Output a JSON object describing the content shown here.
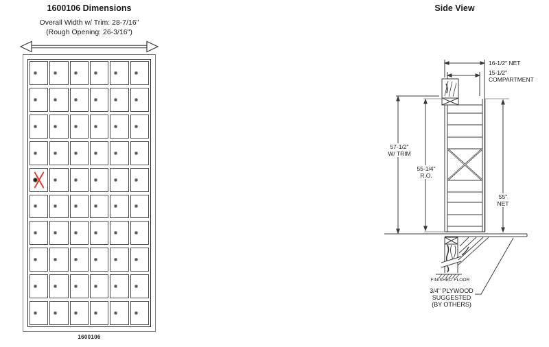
{
  "front_view": {
    "title": "1600106 Dimensions",
    "subtitle1": "Overall Width w/ Trim: 28-7/16\"",
    "subtitle2": "(Rough Opening: 26-3/16\")",
    "model_label": "1600106",
    "grid": {
      "rows": 10,
      "columns": 6,
      "crossed_compartment": {
        "row": 5,
        "column": 1
      }
    }
  },
  "side_view": {
    "title": "Side View",
    "labels": {
      "net_depth": "16-1/2\" NET",
      "compartment_line1": "15-1/2\"",
      "compartment_line2": "COMPARTMENT",
      "trim_height_line1": "57-1/2\"",
      "trim_height_line2": "W/ TRIM",
      "rough_opening_line1": "55-1/4\"",
      "rough_opening_line2": "R.O.",
      "net_height_line1": "55\"",
      "net_height_line2": "NET",
      "finished_floor": "FINISHED FLOOR",
      "plywood_line1": "3/4\" PLYWOOD",
      "plywood_line2": "SUGGESTED",
      "plywood_line3": "(BY OTHERS)"
    }
  },
  "colors": {
    "line": "#3a3a3a",
    "extension": "#999999",
    "cross_red": "#e23b2e"
  }
}
